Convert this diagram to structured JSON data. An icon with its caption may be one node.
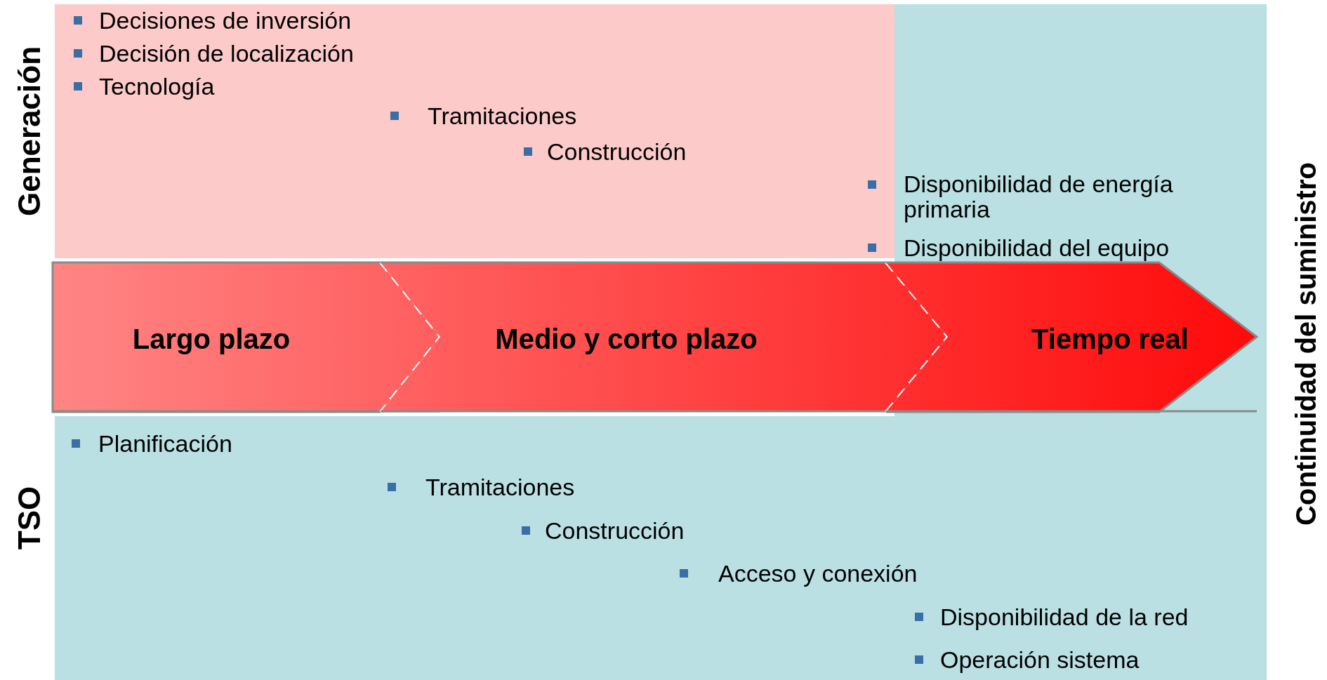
{
  "diagram": {
    "nodes": [
      {
        "text": [
          "Generación",
          "Decisiones de inversión",
          "Decisión de localización",
          "Tecnología",
          "Tramitaciones",
          "Construcción",
          "Disponibilidad de energía primaria",
          "Disponibilidad del equipo"
        ]
      },
      {
        "text": [
          "Largo plazo"
        ]
      },
      {
        "text": [
          "Medio y corto plazo"
        ]
      },
      {
        "text": [
          "Tiempo real"
        ]
      },
      {
        "text": [
          "TSO",
          "Planificación",
          "Tramitaciones",
          "Construcción",
          "Acceso y conexión",
          "Disponibilidad de la red",
          "Operación sistema"
        ]
      }
    ],
    "labels": [
      "Continuidad del suministro"
    ]
  }
}
